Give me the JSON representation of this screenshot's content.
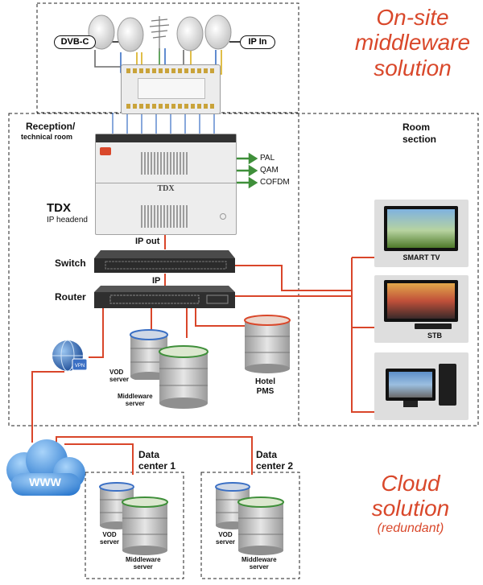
{
  "titles": {
    "onsite": [
      "On-site",
      "middleware",
      "solution"
    ],
    "cloud": [
      "Cloud",
      "solution"
    ],
    "cloud_note": "(redundant)"
  },
  "inputs": {
    "dvbc": "DVB-C",
    "ipin": "IP In"
  },
  "reception": {
    "title": "Reception/",
    "subtitle": "technical room"
  },
  "room": {
    "title": "Room",
    "subtitle": "section"
  },
  "headend": {
    "name": "TDX",
    "desc": "IP headend",
    "logo": "TDX",
    "outputs": [
      "PAL",
      "QAM",
      "COFDM"
    ]
  },
  "network": {
    "ip_out": "IP out",
    "switch": "Switch",
    "ip": "IP",
    "router": "Router"
  },
  "servers": {
    "vod": [
      "VOD",
      "server"
    ],
    "middleware": [
      "Middleware",
      "server"
    ],
    "pms": [
      "Hotel",
      "PMS"
    ]
  },
  "devices": {
    "smart_tv": "SMART TV",
    "stb": "STB"
  },
  "cloud": {
    "www": "WWW",
    "vpn": "VPN"
  },
  "datacenters": [
    {
      "title": [
        "Data",
        "center 1"
      ],
      "vod": [
        "VOD",
        "server"
      ],
      "middleware": [
        "Middleware",
        "server"
      ]
    },
    {
      "title": [
        "Data",
        "center 2"
      ],
      "vod": [
        "VOD",
        "server"
      ],
      "middleware": [
        "Middleware",
        "server"
      ]
    }
  ],
  "colors": {
    "accent_red": "#d9482b",
    "line_red": "#d9462a",
    "arrow_green": "#3f8f3a",
    "dish_blue": "#3a6fc4"
  }
}
